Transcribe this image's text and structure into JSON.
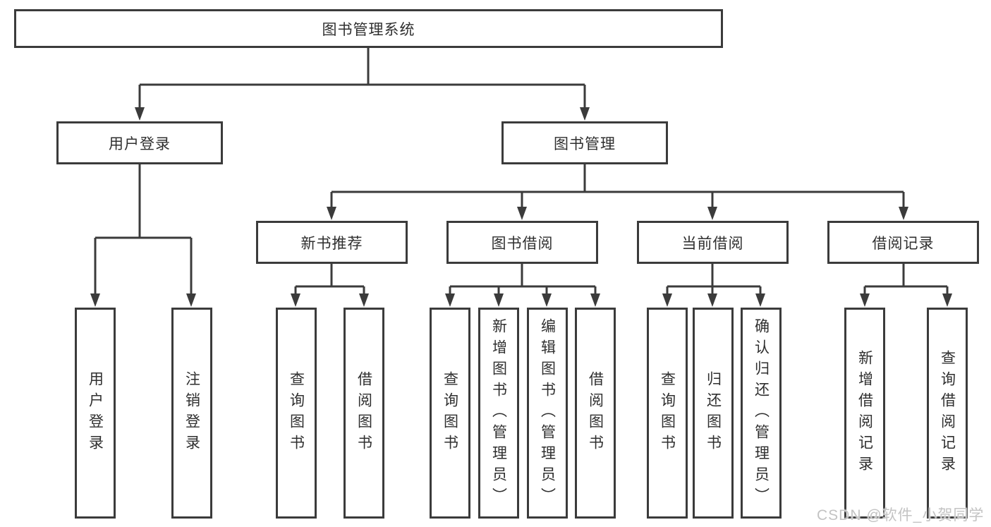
{
  "diagram": {
    "root": {
      "label": "图书管理系统"
    },
    "branches": [
      {
        "label": "用户登录",
        "children": [
          {
            "label": "用户登录"
          },
          {
            "label": "注销登录"
          }
        ]
      },
      {
        "label": "图书管理",
        "children": [
          {
            "label": "新书推荐",
            "children": [
              {
                "label": "查询图书"
              },
              {
                "label": "借阅图书"
              }
            ]
          },
          {
            "label": "图书借阅",
            "children": [
              {
                "label": "查询图书"
              },
              {
                "label": "新增图书（管理员）"
              },
              {
                "label": "编辑图书（管理员）"
              },
              {
                "label": "借阅图书"
              }
            ]
          },
          {
            "label": "当前借阅",
            "children": [
              {
                "label": "查询图书"
              },
              {
                "label": "归还图书"
              },
              {
                "label": "确认归还（管理员）"
              }
            ]
          },
          {
            "label": "借阅记录",
            "children": [
              {
                "label": "新增借阅记录"
              },
              {
                "label": "查询借阅记录"
              }
            ]
          }
        ]
      }
    ]
  },
  "watermark": {
    "text": "CSDN @软件_小贺同学"
  },
  "colors": {
    "background": "#ffffff",
    "box_border": "#3b3b3b",
    "box_fill": "#ffffff",
    "label_text": "#2f2f2f",
    "connector": "#3b3b3b",
    "watermark_text": "#c3c3c3"
  }
}
